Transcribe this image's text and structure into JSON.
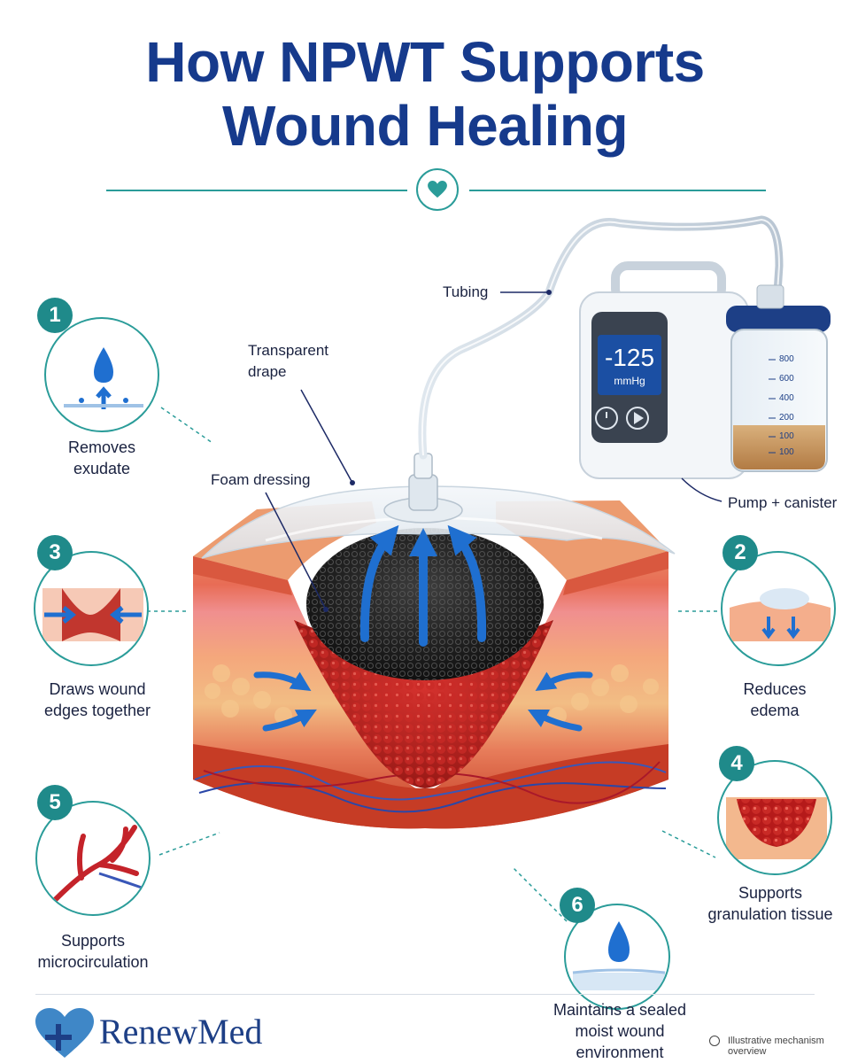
{
  "title": {
    "line1": "How NPWT Supports",
    "line2": "Wound Healing"
  },
  "icons": {
    "divider": "heart-icon"
  },
  "colors": {
    "title": "#163a8c",
    "accent": "#2a9c99",
    "number_badge": "#1f8a8a",
    "flow_arrow": "#1f6fd0"
  },
  "callouts": {
    "tubing": "Tubing",
    "drape": "Transparent\ndrape",
    "foam": "Foam dressing",
    "pump": "Pump + canister"
  },
  "device": {
    "pressure_value": "-125",
    "pressure_unit": "mmHg",
    "canister_scale": [
      "800",
      "600",
      "400",
      "200",
      "100",
      "100"
    ]
  },
  "mechanisms": [
    {
      "number": "1",
      "label": "Removes\nexudate",
      "icon": "droplet-up-arrow-icon"
    },
    {
      "number": "2",
      "label": "Reduces\nedema",
      "icon": "tissue-down-arrow-icon"
    },
    {
      "number": "3",
      "label": "Draws wound\nedges together",
      "icon": "edges-arrows-icon"
    },
    {
      "number": "4",
      "label": "Supports\ngranulation tissue",
      "icon": "granulation-tissue-icon"
    },
    {
      "number": "5",
      "label": "Supports\nmicrocirculation",
      "icon": "blood-vessel-icon"
    },
    {
      "number": "6",
      "label": "Maintains a sealed\nmoist wound\nenvironment",
      "icon": "moist-droplet-icon"
    }
  ],
  "footer": {
    "brand": "RenewMed",
    "note": "Illustrative mechanism overview"
  }
}
